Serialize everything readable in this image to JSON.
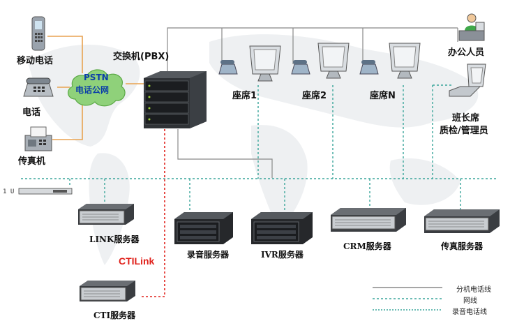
{
  "labels": {
    "mobile_phone": "移动电话",
    "phone": "电话",
    "fax": "传真机",
    "pstn_line1": "PSTN",
    "pstn_line2": "电话公网",
    "pbx": "交换机(PBX)",
    "seat1": "座席1",
    "seat2": "座席2",
    "seatN": "座席N",
    "office_staff": "办公人员",
    "supervisor_line1": "班长席",
    "supervisor_line2": "质检/管理员",
    "rack_unit": "1 U",
    "link_server": "LINK服务器",
    "cti_link": "CTILink",
    "cti_server": "CTI服务器",
    "recording_server": "录音服务器",
    "ivr_server": "IVR服务器",
    "crm_server": "CRM服务器",
    "fax_server": "传真服务器"
  },
  "legend": {
    "extension_line": "分机电话线",
    "network_line": "网线",
    "recording_line": "录音电话线"
  },
  "colors": {
    "extension_line": "#888888",
    "network_line": "#3aa59b",
    "recording_line": "#3aa59b",
    "cti_link": "#e0201a",
    "pstn_link": "#e8a250",
    "pstn_cloud": "#8fd17a"
  }
}
